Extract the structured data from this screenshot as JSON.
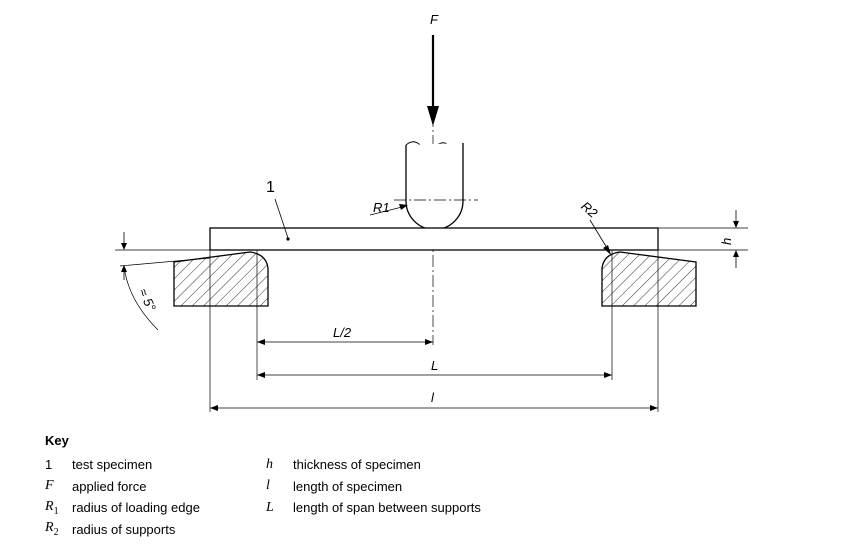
{
  "diagram": {
    "force_label": "F",
    "item_label": "1",
    "r1_label": "R1",
    "r2_label": "R2",
    "thickness_label": "h",
    "half_span_label": "L/2",
    "span_label": "L",
    "length_label": "l",
    "angle_label": "≈ 5°"
  },
  "key": {
    "title": "Key",
    "left": [
      {
        "symbol": "1",
        "sub": "",
        "text": "test specimen"
      },
      {
        "symbol": "F",
        "sub": "",
        "text": "applied force"
      },
      {
        "symbol": "R",
        "sub": "1",
        "text": "radius of loading edge"
      },
      {
        "symbol": "R",
        "sub": "2",
        "text": "radius of supports"
      }
    ],
    "right": [
      {
        "symbol": "h",
        "sub": "",
        "text": "thickness of specimen"
      },
      {
        "symbol": "l",
        "sub": "",
        "text": "length of specimen"
      },
      {
        "symbol": "L",
        "sub": "",
        "text": "length of span between supports"
      }
    ]
  }
}
